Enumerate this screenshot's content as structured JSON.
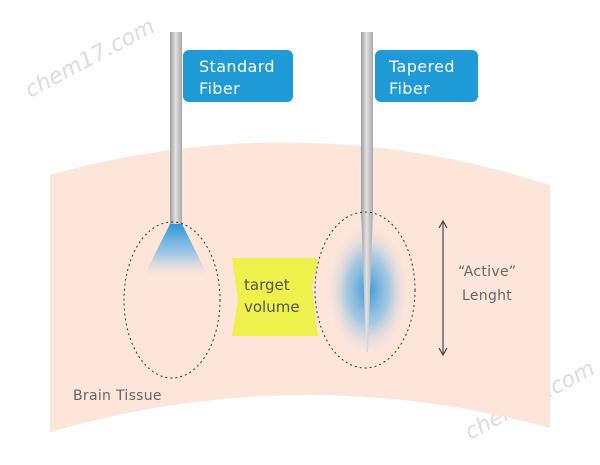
{
  "labels": {
    "standard_line1": "Standard",
    "standard_line2": "Fiber",
    "tapered_line1": "Tapered",
    "tapered_line2": "Fiber",
    "target_line1": "target",
    "target_line2": "volume",
    "active_line1": "“Active”",
    "active_line2": "Lenght",
    "tissue": "Brain Tissue"
  },
  "watermark": "chem17.com",
  "colors": {
    "tissue": "#fde5da",
    "label_box": "#1e9ad6",
    "target": "#eef04b",
    "light_blue": "#2f95d8",
    "fiber": "#b7b7b7",
    "text": "#666666"
  }
}
